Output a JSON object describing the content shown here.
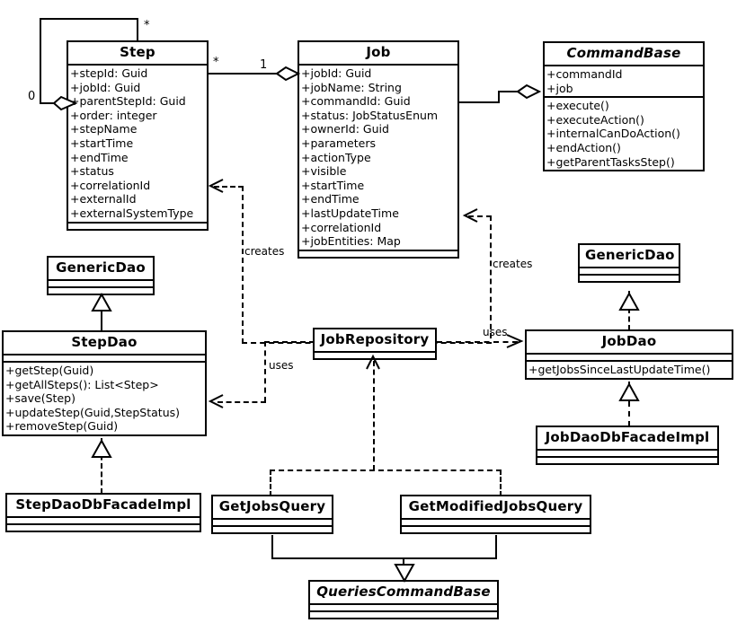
{
  "diagram": {
    "title": "Job / Step UML class diagram",
    "type": "uml-class-diagram",
    "background": "#ffffff",
    "stroke": "#000000"
  },
  "classes": {
    "step": {
      "name": "Step",
      "abstract": false,
      "attributes": [
        "+stepId: Guid",
        "+jobId: Guid",
        "+parentStepId: Guid",
        "+order: integer",
        "+stepName",
        "+startTime",
        "+endTime",
        "+status",
        "+correlationId",
        "+externalId",
        "+externalSystemType"
      ],
      "operations": []
    },
    "job": {
      "name": "Job",
      "abstract": false,
      "attributes": [
        "+jobId: Guid",
        "+jobName: String",
        "+commandId: Guid",
        "+status: JobStatusEnum",
        "+ownerId: Guid",
        "+parameters",
        "+actionType",
        "+visible",
        "+startTime",
        "+endTime",
        "+lastUpdateTime",
        "+correlationId",
        "+jobEntities: Map"
      ],
      "operations": []
    },
    "command_base": {
      "name": "CommandBase",
      "abstract": true,
      "attributes": [
        "+commandId",
        "+job"
      ],
      "operations": [
        "+execute()",
        "+executeAction()",
        "+internalCanDoAction()",
        "+endAction()",
        "+getParentTasksStep()"
      ]
    },
    "generic_dao_left": {
      "name": "GenericDao",
      "abstract": false,
      "attributes": [],
      "operations": []
    },
    "generic_dao_right": {
      "name": "GenericDao",
      "abstract": false,
      "attributes": [],
      "operations": []
    },
    "step_dao": {
      "name": "StepDao",
      "abstract": false,
      "attributes": [],
      "operations": [
        "+getStep(Guid)",
        "+getAllSteps(): List<Step>",
        "+save(Step)",
        "+updateStep(Guid,StepStatus)",
        "+removeStep(Guid)"
      ]
    },
    "job_dao": {
      "name": "JobDao",
      "abstract": false,
      "attributes": [],
      "operations": [
        "+getJobsSinceLastUpdateTime()"
      ]
    },
    "job_repository": {
      "name": "JobRepository",
      "abstract": false,
      "attributes": [],
      "operations": []
    },
    "step_dao_db_facade_impl": {
      "name": "StepDaoDbFacadeImpl",
      "abstract": false,
      "attributes": [],
      "operations": []
    },
    "job_dao_db_facade_impl": {
      "name": "JobDaoDbFacadeImpl",
      "abstract": false,
      "attributes": [],
      "operations": []
    },
    "get_jobs_query": {
      "name": "GetJobsQuery",
      "abstract": false,
      "attributes": [],
      "operations": []
    },
    "get_modified_jobs_query": {
      "name": "GetModifiedJobsQuery",
      "abstract": false,
      "attributes": [],
      "operations": []
    },
    "queries_command_base": {
      "name": "QueriesCommandBase",
      "abstract": true,
      "attributes": [],
      "operations": []
    }
  },
  "relationships": {
    "step_self_aggregation": {
      "kind": "aggregation",
      "from": "Step",
      "to": "Step",
      "source_multiplicity": "*",
      "target_multiplicity": "0"
    },
    "step_job_aggregation": {
      "kind": "aggregation",
      "from": "Step",
      "to": "Job",
      "source_multiplicity": "*",
      "target_multiplicity": "1"
    },
    "job_commandbase_aggregation": {
      "kind": "aggregation",
      "from": "Job",
      "to": "CommandBase"
    },
    "repo_creates_step": {
      "kind": "dependency",
      "label": "creates",
      "from": "JobRepository",
      "to": "Step"
    },
    "repo_creates_job": {
      "kind": "dependency",
      "label": "creates",
      "from": "JobRepository",
      "to": "Job"
    },
    "repo_uses_stepdao": {
      "kind": "dependency",
      "label": "uses",
      "from": "JobRepository",
      "to": "StepDao"
    },
    "repo_uses_jobdao": {
      "kind": "dependency",
      "label": "uses",
      "from": "JobRepository",
      "to": "JobDao"
    },
    "stepdao_generalizes_genericdao": {
      "kind": "generalization",
      "from": "StepDao",
      "to": "GenericDao"
    },
    "jobdao_realizes_genericdao": {
      "kind": "realization",
      "from": "JobDao",
      "to": "GenericDao"
    },
    "stepdaoimpl_realizes_stepdao": {
      "kind": "realization",
      "from": "StepDaoDbFacadeImpl",
      "to": "StepDao"
    },
    "jobdaoimpl_realizes_jobdao": {
      "kind": "realization",
      "from": "JobDaoDbFacadeImpl",
      "to": "JobDao"
    },
    "getjobsquery_generalizes_base": {
      "kind": "generalization",
      "from": "GetJobsQuery",
      "to": "QueriesCommandBase"
    },
    "getmodifiedjobsquery_generalizes_base": {
      "kind": "generalization",
      "from": "GetModifiedJobsQuery",
      "to": "QueriesCommandBase"
    },
    "queries_use_repository": {
      "kind": "dependency",
      "from": "GetJobsQuery, GetModifiedJobsQuery",
      "to": "JobRepository"
    }
  },
  "labels": {
    "creates_left": "creates",
    "creates_right": "creates",
    "uses_left": "uses",
    "uses_right": "uses",
    "star_self": "*",
    "zero_self": "0",
    "star_step": "*",
    "one_job": "1"
  }
}
